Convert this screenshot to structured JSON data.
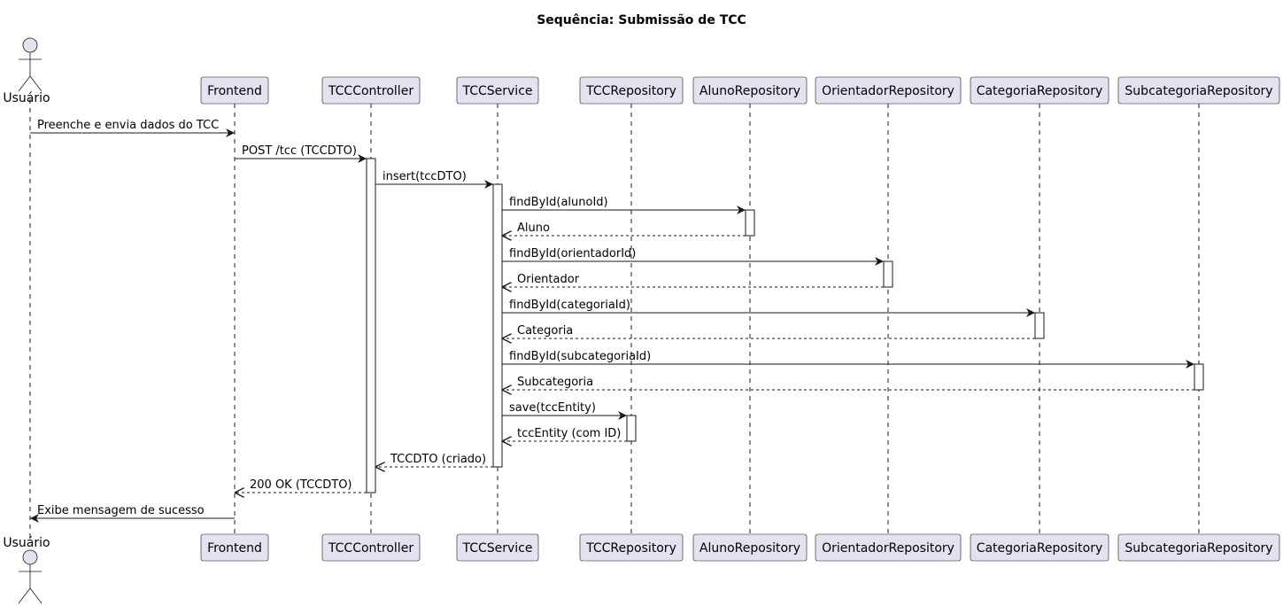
{
  "title": "Sequência: Submissão de TCC",
  "actor": {
    "id": "usuario",
    "label": "Usuário",
    "icon": "actor-stick-figure-icon"
  },
  "participants": [
    {
      "id": "frontend",
      "label": "Frontend"
    },
    {
      "id": "controller",
      "label": "TCCController"
    },
    {
      "id": "service",
      "label": "TCCService"
    },
    {
      "id": "tccrepo",
      "label": "TCCRepository"
    },
    {
      "id": "alunorepo",
      "label": "AlunoRepository"
    },
    {
      "id": "orientadorrepo",
      "label": "OrientadorRepository"
    },
    {
      "id": "categoriarepo",
      "label": "CategoriaRepository"
    },
    {
      "id": "subcategoriarepo",
      "label": "SubcategoriaRepository"
    }
  ],
  "messages": [
    {
      "from": "usuario",
      "to": "frontend",
      "label": "Preenche e envia dados do TCC",
      "kind": "sync"
    },
    {
      "from": "frontend",
      "to": "controller",
      "label": "POST /tcc (TCCDTO)",
      "kind": "sync"
    },
    {
      "from": "controller",
      "to": "service",
      "label": "insert(tccDTO)",
      "kind": "sync"
    },
    {
      "from": "service",
      "to": "alunorepo",
      "label": "findById(alunoId)",
      "kind": "sync"
    },
    {
      "from": "alunorepo",
      "to": "service",
      "label": "Aluno",
      "kind": "return"
    },
    {
      "from": "service",
      "to": "orientadorrepo",
      "label": "findById(orientadorId)",
      "kind": "sync"
    },
    {
      "from": "orientadorrepo",
      "to": "service",
      "label": "Orientador",
      "kind": "return"
    },
    {
      "from": "service",
      "to": "categoriarepo",
      "label": "findById(categoriaId)",
      "kind": "sync"
    },
    {
      "from": "categoriarepo",
      "to": "service",
      "label": "Categoria",
      "kind": "return"
    },
    {
      "from": "service",
      "to": "subcategoriarepo",
      "label": "findById(subcategoriaId)",
      "kind": "sync"
    },
    {
      "from": "subcategoriarepo",
      "to": "service",
      "label": "Subcategoria",
      "kind": "return"
    },
    {
      "from": "service",
      "to": "tccrepo",
      "label": "save(tccEntity)",
      "kind": "sync"
    },
    {
      "from": "tccrepo",
      "to": "service",
      "label": "tccEntity (com ID)",
      "kind": "return"
    },
    {
      "from": "service",
      "to": "controller",
      "label": "TCCDTO (criado)",
      "kind": "return"
    },
    {
      "from": "controller",
      "to": "frontend",
      "label": "200 OK (TCCDTO)",
      "kind": "return"
    },
    {
      "from": "frontend",
      "to": "usuario",
      "label": "Exibe mensagem de sucesso",
      "kind": "sync"
    }
  ],
  "colors": {
    "participant_fill": "#e2e2f0",
    "participant_stroke": "#181818",
    "lifeline": "#181818",
    "activation_fill": "#ffffff",
    "arrow": "#181818"
  }
}
